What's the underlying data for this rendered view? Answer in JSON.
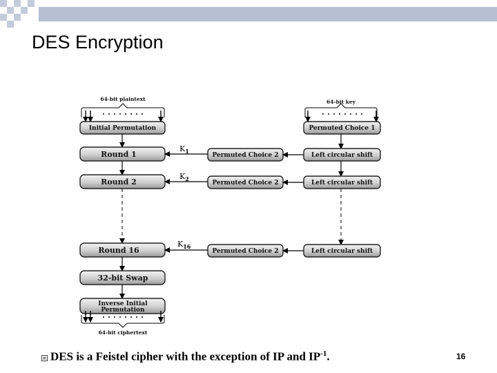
{
  "slide": {
    "title": "DES Encryption",
    "page_number": "16",
    "bullet": {
      "text": "DES is a Feistel cipher with the exception of IP and IP",
      "superscript": "-1",
      "suffix": "."
    }
  },
  "diagram": {
    "plaintext_label": "64-bit plaintext",
    "key_label": "64-bit key",
    "ciphertext_label": "64-bit ciphertext",
    "initial_permutation": "Initial Permutation",
    "rounds": [
      "Round 1",
      "Round 2",
      "Round 16"
    ],
    "swap": "32-bit Swap",
    "inverse_ip_line1": "Inverse Initial",
    "inverse_ip_line2": "Permutation",
    "pc1": "Permuted Choice 1",
    "pc2": "Permuted Choice 2",
    "shift": "Left circular shift",
    "k_letter": "K",
    "k_subs": [
      "1",
      "2",
      "16"
    ]
  },
  "colors": {
    "topbar": "#b7bfd2",
    "checker": "#c5cbdc"
  }
}
